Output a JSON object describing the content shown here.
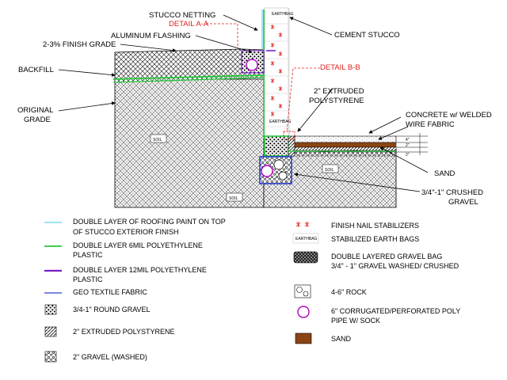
{
  "callouts": {
    "stucco_netting": "STUCCO NETTING",
    "detail_a": "DETAIL A-A",
    "aluminum_flashing": "ALUMINUM FLASHING",
    "finish_grade": "2-3% FINISH GRADE",
    "cement_stucco": "CEMENT STUCCO",
    "backfill": "BACKFILL",
    "detail_b": "DETAIL B-B",
    "original_grade_1": "ORIGINAL",
    "original_grade_2": "GRADE",
    "polystyrene_1": "2\" EXTRUDED",
    "polystyrene_2": "POLYSTYRENE",
    "concrete_1": "CONCRETE w/ WELDED",
    "concrete_2": "WIRE FABRIC",
    "sand": "SAND",
    "crushed_1": "3/4\"-1\" CRUSHED",
    "crushed_2": "GRAVEL"
  },
  "drawing_labels": {
    "soil": "SOIL",
    "earthbag": "EARTHBAG",
    "dim_4": "4\"",
    "dim_2a": "2\"",
    "dim_2b": "2\""
  },
  "legend_left": [
    {
      "label_1": "DOUBLE LAYER OF ROOFING PAINT ON TOP",
      "label_2": "OF STUCCO EXTERIOR FINISH",
      "color": "#7fd8ee"
    },
    {
      "label_1": "DOUBLE LAYER 6MIL POLYETHYLENE",
      "label_2": "PLASTIC",
      "color": "#22c83a"
    },
    {
      "label_1": "DOUBLE LAYER 12MIL POLYETHYLENE",
      "label_2": "PLASTIC",
      "color": "#7a1fc8"
    },
    {
      "label_1": "GEO TEXTILE FABRIC",
      "label_2": "",
      "color": "#2a3fd0"
    },
    {
      "label_1": "3/4-1\" ROUND GRAVEL",
      "label_2": ""
    },
    {
      "label_1": "2\" EXTRUDED POLYSTYRENE",
      "label_2": ""
    },
    {
      "label_1": "2\" GRAVEL (WASHED)",
      "label_2": ""
    }
  ],
  "legend_right": [
    {
      "label_1": "FINISH NAIL STABILIZERS",
      "label_2": ""
    },
    {
      "label_1": "STABILIZED EARTH BAGS",
      "label_2": ""
    },
    {
      "label_1": "DOUBLE LAYERED GRAVEL BAG",
      "label_2": "3/4\" - 1\" GRAVEL WASHED/ CRUSHED"
    },
    {
      "label_1": "4-6\" ROCK",
      "label_2": ""
    },
    {
      "label_1": "6\" CORRUGATED/PERFORATED POLY",
      "label_2": "PIPE W/ SOCK"
    },
    {
      "label_1": "SAND",
      "label_2": "",
      "color": "#8b4513"
    }
  ],
  "legend_swatch_text": {
    "earthbag": "EARTHBAG"
  },
  "colors": {
    "accent_red": "#e0201c",
    "poly_6mil": "#22c83a",
    "poly_12mil": "#7a1fc8",
    "geotextile": "#2a3fd0",
    "roof_paint": "#7fd8ee",
    "sand": "#8b4513"
  }
}
